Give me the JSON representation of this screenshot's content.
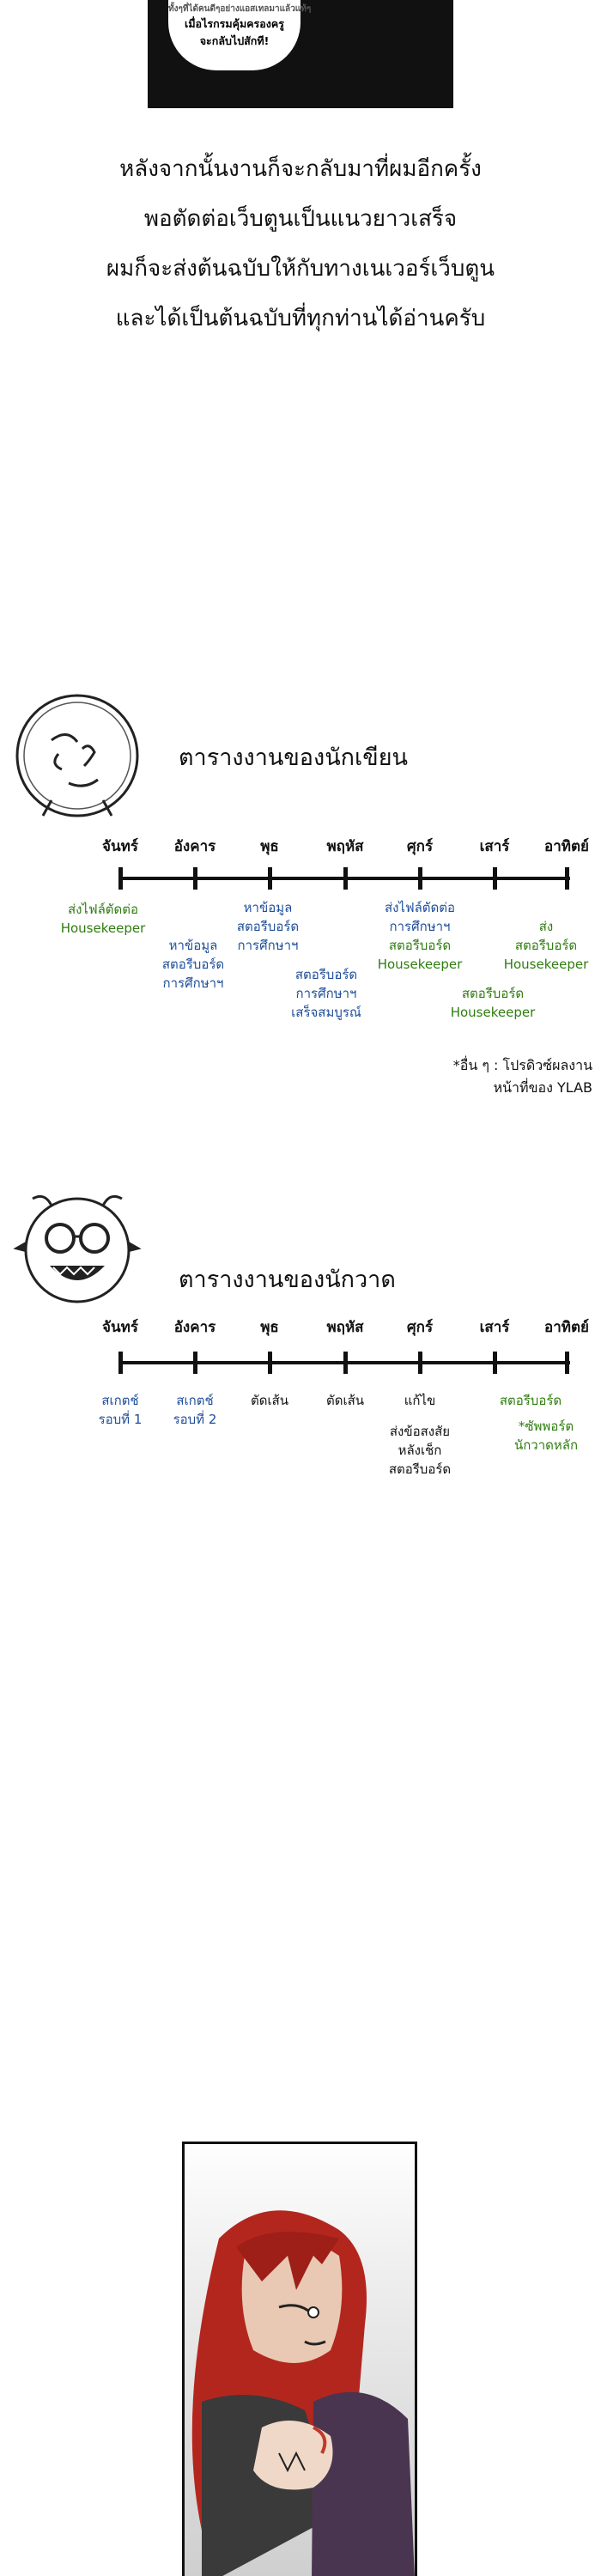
{
  "top_panel": {
    "bubble_lines": [
      "ทั้งๆที่ได้คนดีๆอย่างแอสเทลมาแล้วแท้ๆ",
      "เมื่อไรกรมคุ้มครองครู",
      "จะกลับไปสักที!"
    ]
  },
  "intro_text": [
    "หลังจากนั้นงานก็จะกลับมาที่ผมอีกครั้ง",
    "พอตัดต่อเว็บตูนเป็นแนวยาวเสร็จ",
    "ผมก็จะส่งต้นฉบับให้กับทางเนเวอร์เว็บตูน",
    "และได้เป็นต้นฉบับที่ทุกท่านได้อ่านครับ"
  ],
  "writer_schedule": {
    "title": "ตารางงานของนักเขียน",
    "days": [
      "จันทร์",
      "อังคาร",
      "พุธ",
      "พฤหัส",
      "ศุกร์",
      "เสาร์",
      "อาทิตย์"
    ],
    "tasks": [
      {
        "lines": [
          "ส่งไฟล์ตัดต่อ",
          "Housekeeper"
        ],
        "color": "green"
      },
      {
        "lines": [
          "หาข้อมูล",
          "สตอรีบอร์ด",
          "การศึกษาฯ"
        ],
        "color": "blue"
      },
      {
        "lines": [
          "หาข้อมูล",
          "สตอรีบอร์ด",
          "การศึกษาฯ"
        ],
        "color": "blue"
      },
      {
        "lines": [
          "สตอรีบอร์ด",
          "การศึกษาฯ",
          "เสร็จสมบูรณ์"
        ],
        "color": "blue"
      },
      {
        "lines": [
          "ส่งไฟล์ตัดต่อ",
          "การศึกษาฯ"
        ],
        "color": "blue"
      },
      {
        "lines": [
          "สตอรีบอร์ด",
          "Housekeeper"
        ],
        "color": "green"
      },
      {
        "lines": [
          "สตอรีบอร์ด",
          "Housekeeper"
        ],
        "color": "green"
      },
      {
        "lines": [
          "ส่ง",
          "สตอรีบอร์ด",
          "Housekeeper"
        ],
        "color": "green"
      }
    ],
    "note_lines": [
      "*อื่น ๆ : โปรดิวซ์ผลงาน",
      "หน้าที่ของ YLAB"
    ]
  },
  "artist_schedule": {
    "title": "ตารางงานของนักวาด",
    "days": [
      "จันทร์",
      "อังคาร",
      "พุธ",
      "พฤหัส",
      "ศุกร์",
      "เสาร์",
      "อาทิตย์"
    ],
    "tasks": [
      {
        "lines": [
          "สเกตช์",
          "รอบที่ 1"
        ],
        "color": "blue"
      },
      {
        "lines": [
          "สเกตช์",
          "รอบที่ 2"
        ],
        "color": "blue"
      },
      {
        "lines": [
          "ตัดเส้น"
        ],
        "color": "black"
      },
      {
        "lines": [
          "ตัดเส้น"
        ],
        "color": "black"
      },
      {
        "lines": [
          "แก้ไข"
        ],
        "color": "black"
      },
      {
        "lines": [
          "ส่งข้อสงสัย",
          "หลังเช็ก",
          "สตอรีบอร์ด"
        ],
        "color": "black"
      },
      {
        "lines": [
          "สตอรีบอร์ด"
        ],
        "color": "green"
      },
      {
        "lines": [
          "*ซัพพอร์ต",
          "นักวาดหลัก"
        ],
        "color": "green"
      }
    ]
  }
}
